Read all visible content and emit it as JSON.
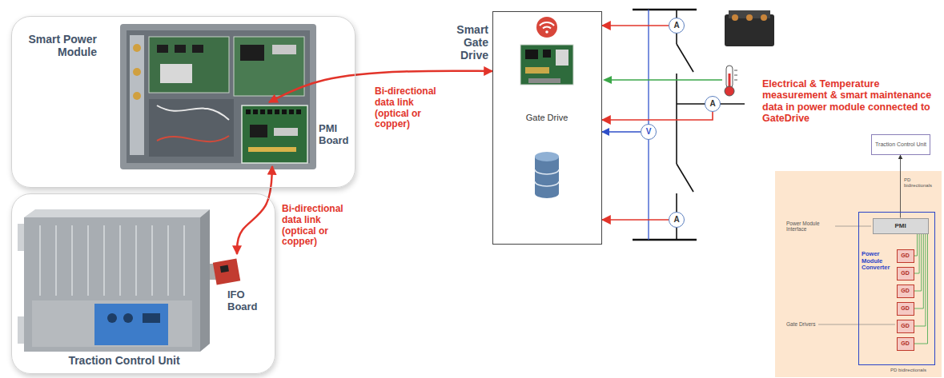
{
  "diagram": {
    "nodes": [
      {
        "text": [
          "Smart Power Module"
        ]
      },
      {
        "text": [
          "PMI Board"
        ],
        "in": 0
      },
      {
        "text": [
          "Traction Control Unit"
        ]
      },
      {
        "text": [
          "IFO Board"
        ],
        "in": 2
      },
      {
        "text": [
          "Smart Gate Drive",
          "Gate Drive"
        ]
      },
      {
        "text": [
          "A"
        ]
      },
      {
        "text": [
          "A"
        ]
      },
      {
        "text": [
          "V"
        ]
      },
      {
        "text": [
          "A"
        ]
      },
      {
        "text": [
          "Traction Control Unit"
        ]
      },
      {
        "text": [
          "Power Module Converter"
        ]
      },
      {
        "text": [
          "PMI"
        ],
        "in": 10
      },
      {
        "text": [
          "GD"
        ],
        "in": 10
      },
      {
        "text": [
          "GD"
        ],
        "in": 10
      },
      {
        "text": [
          "GD"
        ],
        "in": 10
      },
      {
        "text": [
          "GD"
        ],
        "in": 10
      },
      {
        "text": [
          "GD"
        ],
        "in": 10
      },
      {
        "text": [
          "GD"
        ],
        "in": 10
      }
    ],
    "edges": [
      {
        "from": 1,
        "to": 4,
        "arrow": "both",
        "label": "Bi-directional data link (optical or copper)"
      },
      {
        "from": 1,
        "to": 3,
        "arrow": "both",
        "label": "Bi-directional data link (optical or copper)"
      },
      {
        "from": 5,
        "to": 4,
        "arrow": "to"
      },
      {
        "from": 6,
        "to": 4,
        "arrow": "to"
      },
      {
        "from": 7,
        "to": 4,
        "arrow": "to"
      },
      {
        "from": 8,
        "to": 4,
        "arrow": "to"
      },
      {
        "from": 11,
        "to": 9,
        "arrow": "to"
      },
      {
        "from": 12,
        "to": 11,
        "arrow": "none"
      },
      {
        "from": 13,
        "to": 11,
        "arrow": "none"
      },
      {
        "from": 14,
        "to": 11,
        "arrow": "none"
      },
      {
        "from": 15,
        "to": 11,
        "arrow": "none"
      },
      {
        "from": 16,
        "to": 11,
        "arrow": "none"
      },
      {
        "from": 17,
        "to": 11,
        "arrow": "none"
      }
    ],
    "labels": [
      "Electrical & Temperature measurement & smart maintenance data in power module connected to GateDrive",
      "Power Module Interface",
      "Gate Drivers",
      "PD bidirectionals",
      "PD bidirectionals"
    ]
  }
}
